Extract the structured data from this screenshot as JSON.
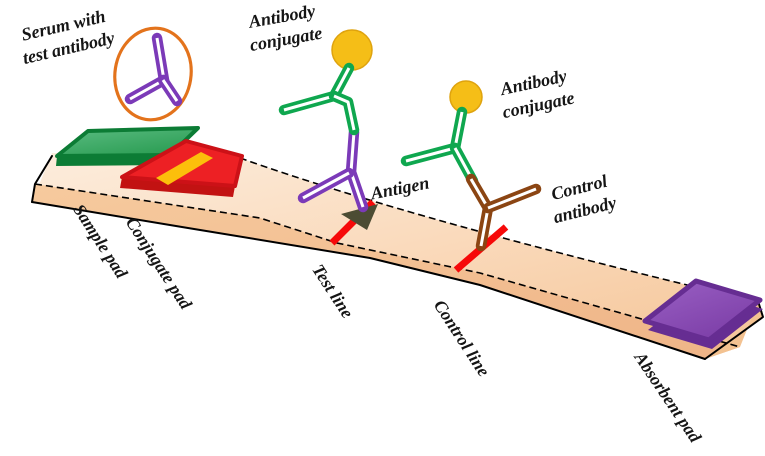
{
  "labels": {
    "serum": "Serum with\ntest antibody",
    "antibody_conjugate_left": "Antibody\nconjugate",
    "antigen": "Antigen",
    "antibody_conjugate_right": "Antibody\nconjugate",
    "control_antibody": "Control\nantibody",
    "sample_pad": "Sample pad",
    "conjugate_pad": "Conjugate pad",
    "test_line": "Test line",
    "control_line": "Control line",
    "absorbent_pad": "Absorbent pad"
  },
  "colors": {
    "ellipse_orange": "#E3731C",
    "antibody_purple": "#7B3AB8",
    "antibody_green": "#0FA74F",
    "antibody_brown": "#8B4513",
    "gold_nanoparticle": "#F5BE17",
    "red_line": "#F60909",
    "antigen_dark": "#4C4C33",
    "sample_pad_green": "#33A65C",
    "sample_pad_green_dark": "#0C7C35",
    "conjugate_pad_red": "#ED2024",
    "conjugate_pad_red_dark": "#C21212",
    "conjugate_stripe_yellow": "#FCBF0B",
    "absorbent_pad_purple": "#8A4DB4",
    "absorbent_pad_purple_dark": "#662D92",
    "strip_end_face": "#F3C291",
    "text_color": "#151515"
  }
}
